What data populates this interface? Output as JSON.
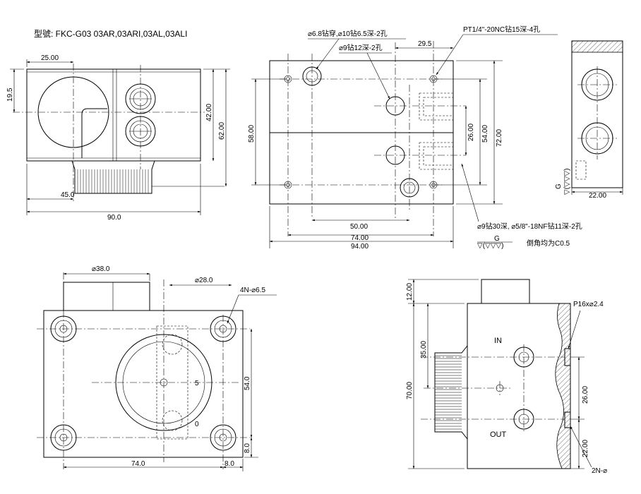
{
  "model_label": "型號: FKC-G03 03AR,03ARI,03AL,03ALI",
  "view_front": {
    "dim_top": "25.00",
    "dim_left": "19.5",
    "dim_right_inner": "42.00",
    "dim_right_outer": "62.00",
    "dim_bottom_inner": "45.0",
    "dim_bottom_outer": "90.0"
  },
  "view_top": {
    "note_holes_1": "⌀6.8钻穿,⌀10钻6.5深-2孔",
    "note_holes_2": "⌀9钻12深-2孔",
    "note_pt": "PT1/4\"-20NC钻15深-4孔",
    "dim_29": "29.5",
    "dim_58": "58.00",
    "dim_26": "26.00",
    "dim_54": "54.00",
    "dim_72": "72.00",
    "dim_50": "50.00",
    "dim_74": "74.00",
    "dim_94": "94.00",
    "note_bottom": "⌀9钻30深, ⌀5/8\"-18NF钻11深-2孔",
    "finish_letter": "G",
    "finish_symbol": "▽(▽▽▽)",
    "note_chamfer": "倒角均为C0.5"
  },
  "view_side": {
    "finish_letter": "G",
    "finish_symbol": "▽(▽▽▽)",
    "dim_22": "22.00"
  },
  "view_bottom_left": {
    "dim_38": "⌀38.0",
    "dim_28": "⌀28.0",
    "note_4n": "4N-⌀6.5",
    "mark_5": "5",
    "mark_0": "0",
    "dim_54": "54.0",
    "dim_8v": "8.0",
    "dim_74": "74.0",
    "dim_8h": "8.0"
  },
  "view_bottom_right": {
    "dim_12": "12.00",
    "dim_35": "35.00",
    "dim_70": "70.00",
    "label_in": "IN",
    "label_out": "OUT",
    "note_p16": "P16x⌀2.4",
    "dim_26": "26.00",
    "dim_22": "22.00",
    "note_2n": "2N-⌀"
  }
}
